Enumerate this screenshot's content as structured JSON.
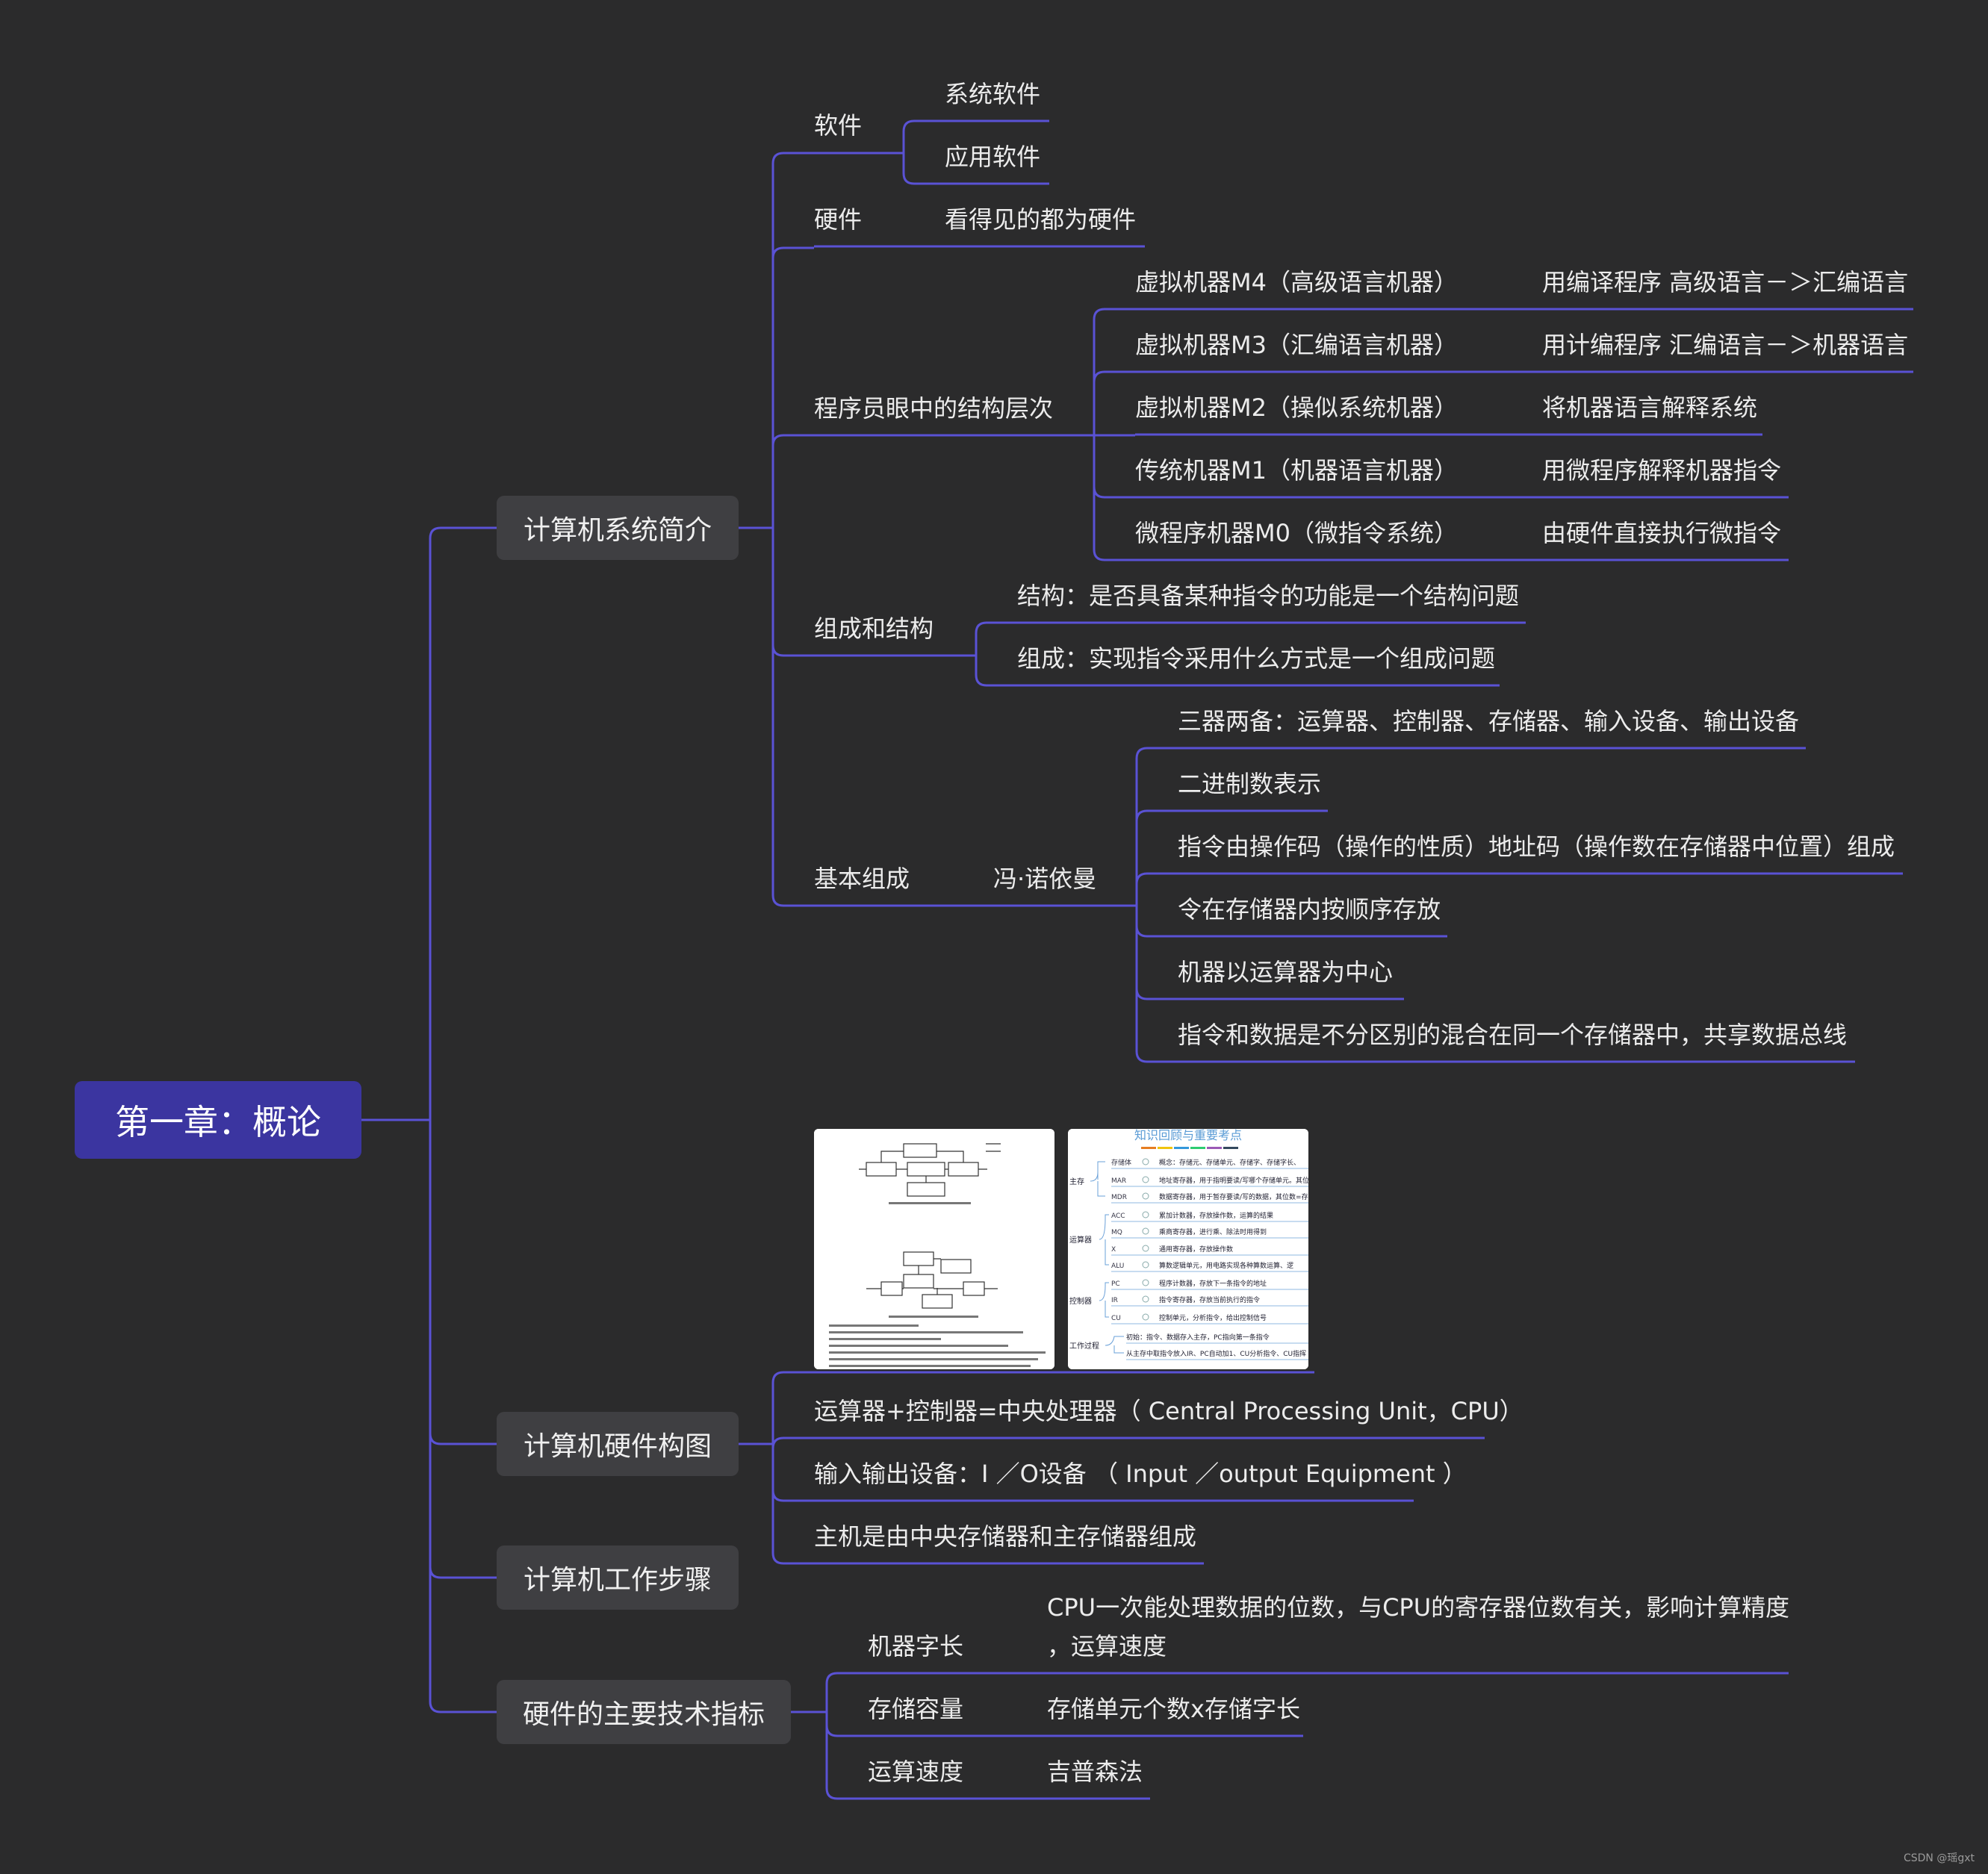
{
  "root": "第一章：概论",
  "branches": {
    "intro": {
      "label": "计算机系统简介",
      "software": {
        "label": "软件",
        "items": [
          "系统软件",
          "应用软件"
        ]
      },
      "hardware": {
        "label": "硬件",
        "desc": "看得见的都为硬件"
      },
      "levels": {
        "label": "程序员眼中的结构层次",
        "rows": [
          {
            "name": "虚拟机器M4（高级语言机器）",
            "desc": "用编译程序 高级语言－＞汇编语言"
          },
          {
            "name": "虚拟机器M3（汇编语言机器）",
            "desc": "用计编程序 汇编语言－＞机器语言"
          },
          {
            "name": "虚拟机器M2（操似系统机器）",
            "desc": "将机器语言解释系统"
          },
          {
            "name": "传统机器M1（机器语言机器）",
            "desc": "用微程序解释机器指令"
          },
          {
            "name": "微程序机器M0（微指令系统）",
            "desc": "由硬件直接执行微指令"
          }
        ]
      },
      "composition": {
        "label": "组成和结构",
        "items": [
          "结构：是否具备某种指令的功能是一个结构问题",
          "组成：实现指令采用什么方式是一个组成问题"
        ]
      },
      "basic": {
        "label": "基本组成",
        "sub": "冯·诺依曼",
        "items": [
          "三器两备：运算器、控制器、存储器、输入设备、输出设备",
          "二进制数表示",
          "指令由操作码（操作的性质）地址码（操作数在存储器中位置）组成",
          "令在存储器内按顺序存放",
          "机器以运算器为中心",
          "指令和数据是不分区别的混合在同一个存储器中，共享数据总线"
        ]
      }
    },
    "hardware_diagram": {
      "label": "计算机硬件构图",
      "items": [
        "运算器+控制器=中央处理器（ Central Processing Unit，CPU）",
        "输入输出设备：I ／O设备 （ Input ／output Equipment ）",
        "主机是由中央存储器和主存储器组成"
      ],
      "thumb2": {
        "title": "知识回顾与重要考点",
        "groups": [
          "主存",
          "运算器",
          "控制器",
          "工作过程"
        ],
        "rows": [
          {
            "tag": "存储体",
            "text": "概念：存储元、存储单元、存储字、存储字长、"
          },
          {
            "tag": "MAR",
            "text": "地址寄存器，用于指明要读/写哪个存储单元。其位"
          },
          {
            "tag": "MDR",
            "text": "数据寄存器，用于暂存要读/写的数据，其位数=存"
          },
          {
            "tag": "ACC",
            "text": "累加计数器，存放操作数，运算的结果"
          },
          {
            "tag": "MQ",
            "text": "乘商寄存器，进行乘、除法时用得到"
          },
          {
            "tag": "X",
            "text": "通用寄存器，存放操作数"
          },
          {
            "tag": "ALU",
            "text": "算数逻辑单元，用电路实现各种算数运算、逻"
          },
          {
            "tag": "PC",
            "text": "程序计数器，存放下一条指令的地址"
          },
          {
            "tag": "IR",
            "text": "指令寄存器，存放当前执行的指令"
          },
          {
            "tag": "CU",
            "text": "控制单元，分析指令，给出控制信号"
          },
          {
            "tag": "",
            "text": "初始：指令、数据存入主存，PC指向第一条指令"
          },
          {
            "tag": "",
            "text": "从主存中取指令放入IR、PC自动加1、CU分析指令、CU指挥"
          }
        ]
      }
    },
    "work_steps": {
      "label": "计算机工作步骤"
    },
    "metrics": {
      "label": "硬件的主要技术指标",
      "rows": [
        {
          "name": "机器字长",
          "desc": [
            "CPU一次能处理数据的位数，与CPU的寄存器位数有关，影响计算精度",
            "，运算速度"
          ]
        },
        {
          "name": "存储容量",
          "desc": [
            "存储单元个数x存储字长"
          ]
        },
        {
          "name": "运算速度",
          "desc": [
            "吉普森法"
          ]
        }
      ]
    }
  },
  "watermark": "CSDN @瑶gxt",
  "colors": {
    "background": "#2b2b2c",
    "line": "#5a52d5",
    "root": "#3b35a0",
    "box": "#3f3f42",
    "text": "#ececec"
  }
}
